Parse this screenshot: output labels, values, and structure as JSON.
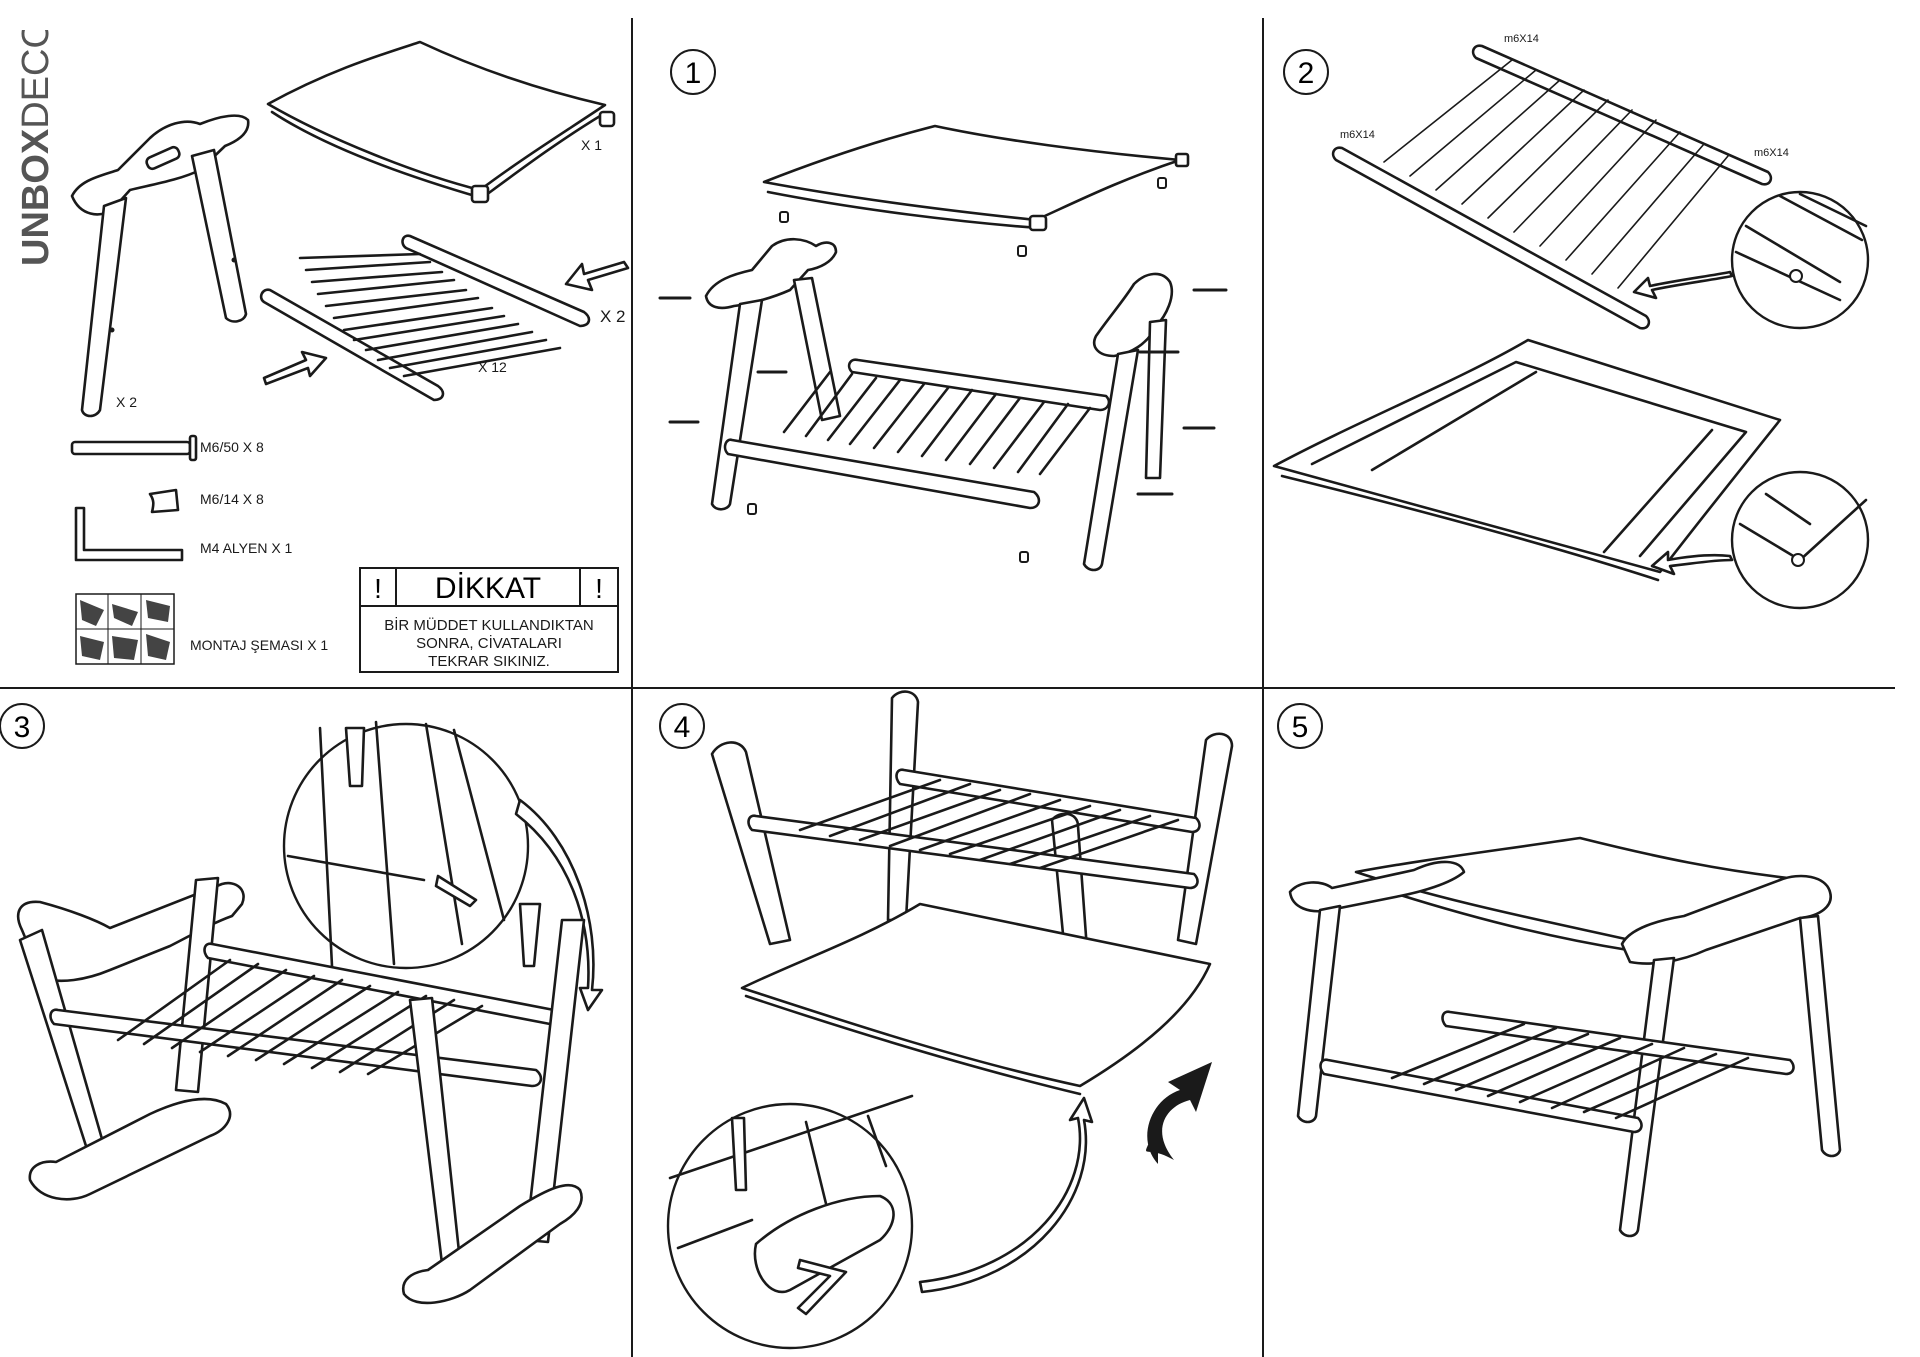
{
  "brand": {
    "bold": "UNBOX",
    "light": "DECO"
  },
  "parts": {
    "seat_qty": "X 1",
    "side_frame_qty": "X 2",
    "rail_qty": "X 2",
    "slat_qty": "X 12",
    "bolt_label": "M6/50 X 8",
    "nut_label": "M6/14 X 8",
    "key_label": "M4 ALYEN X 1",
    "schema_label": "MONTAJ ŞEMASI X 1"
  },
  "warning": {
    "mark": "!",
    "title": "DİKKAT",
    "line1": "BİR MÜDDET KULLANDIKTAN",
    "line2": "SONRA, CİVATALARI",
    "line3": "TEKRAR SIKINIZ."
  },
  "steps": {
    "s1": "1",
    "s2": "2",
    "s3": "3",
    "s4": "4",
    "s5": "5"
  },
  "step2": {
    "screw_top": "m6X14",
    "screw_left": "m6X14",
    "screw_right": "m6X14"
  },
  "colors": {
    "line": "#1a1a1a",
    "brand": "#555555",
    "divider": "#1a1a1a"
  }
}
